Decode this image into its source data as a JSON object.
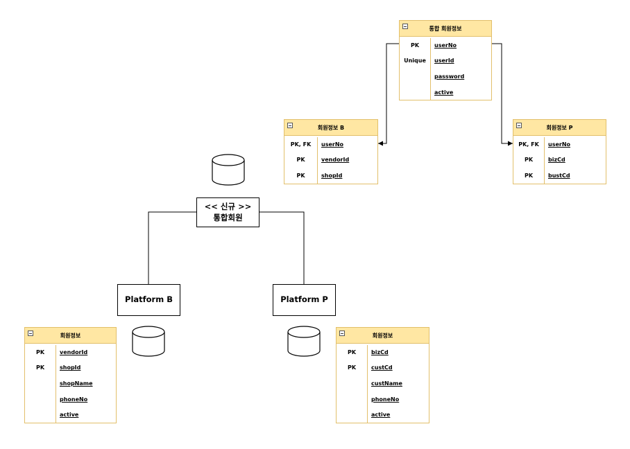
{
  "root_node": {
    "line1": "<< 신규 >>",
    "line2": "통합회원"
  },
  "platforms": [
    {
      "label": "Platform B"
    },
    {
      "label": "Platform P"
    }
  ],
  "tables": {
    "integrated": {
      "title": "통합 회원정보",
      "rows": [
        {
          "key": "PK",
          "field": "userNo"
        },
        {
          "key": "Unique",
          "field": "userId"
        },
        {
          "key": "",
          "field": "password"
        },
        {
          "key": "",
          "field": "active"
        }
      ]
    },
    "member_b": {
      "title": "회원정보 B",
      "rows": [
        {
          "key": "PK, FK",
          "field": "userNo"
        },
        {
          "key": "PK",
          "field": "vendorId"
        },
        {
          "key": "PK",
          "field": "shopId"
        }
      ]
    },
    "member_p": {
      "title": "회원정보 P",
      "rows": [
        {
          "key": "PK, FK",
          "field": "userNo"
        },
        {
          "key": "PK",
          "field": "bizCd"
        },
        {
          "key": "PK",
          "field": "bustCd"
        }
      ]
    },
    "platform_b_member": {
      "title": "회원정보",
      "rows": [
        {
          "key": "PK",
          "field": "vendorId"
        },
        {
          "key": "PK",
          "field": "shopId"
        },
        {
          "key": "",
          "field": "shopName"
        },
        {
          "key": "",
          "field": "phoneNo"
        },
        {
          "key": "",
          "field": "active"
        }
      ]
    },
    "platform_p_member": {
      "title": "회원정보",
      "rows": [
        {
          "key": "PK",
          "field": "bizCd"
        },
        {
          "key": "PK",
          "field": "custCd"
        },
        {
          "key": "",
          "field": "custName"
        },
        {
          "key": "",
          "field": "phoneNo"
        },
        {
          "key": "",
          "field": "active"
        }
      ]
    }
  }
}
